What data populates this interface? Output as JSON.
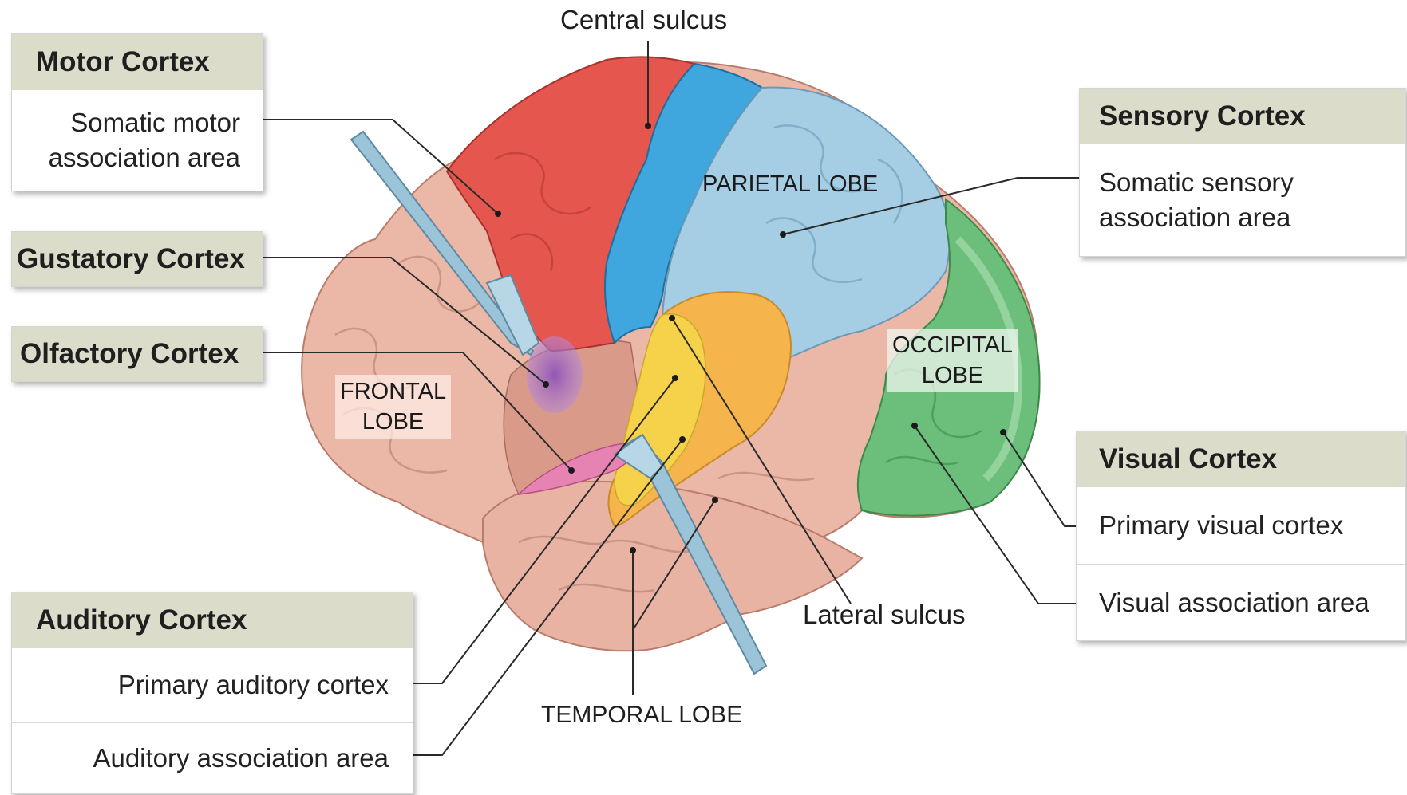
{
  "colors": {
    "motor": "#e5564f",
    "sensory": "#a5cde4",
    "sensory_primary": "#3fa7de",
    "visual": "#6bbf7a",
    "auditory_primary": "#f6d24a",
    "auditory_assoc": "#f6b54c",
    "olfactory": "#e783b2",
    "gustatory": "#9f6fc0",
    "frontal": "#ebb7a6",
    "temporal": "#e9b3a3",
    "box_header": "#dcdccb",
    "probe": "#9cc4d8"
  },
  "labels": {
    "central_sulcus": "Central sulcus",
    "lateral_sulcus": "Lateral sulcus",
    "temporal_lobe": "TEMPORAL LOBE",
    "frontal_lobe_1": "FRONTAL",
    "frontal_lobe_2": "LOBE",
    "parietal_lobe": "PARIETAL LOBE",
    "occipital_lobe_1": "OCCIPITAL",
    "occipital_lobe_2": "LOBE"
  },
  "boxes": {
    "motor": {
      "title": "Motor Cortex",
      "line1": "Somatic motor",
      "line2": "association area"
    },
    "gustatory": {
      "title": "Gustatory Cortex"
    },
    "olfactory": {
      "title": "Olfactory Cortex"
    },
    "auditory": {
      "title": "Auditory Cortex",
      "item1": "Primary auditory cortex",
      "item2": "Auditory association area"
    },
    "sensory": {
      "title": "Sensory Cortex",
      "line1": "Somatic sensory",
      "line2": "association area"
    },
    "visual": {
      "title": "Visual Cortex",
      "item1": "Primary visual cortex",
      "item2": "Visual association area"
    }
  }
}
